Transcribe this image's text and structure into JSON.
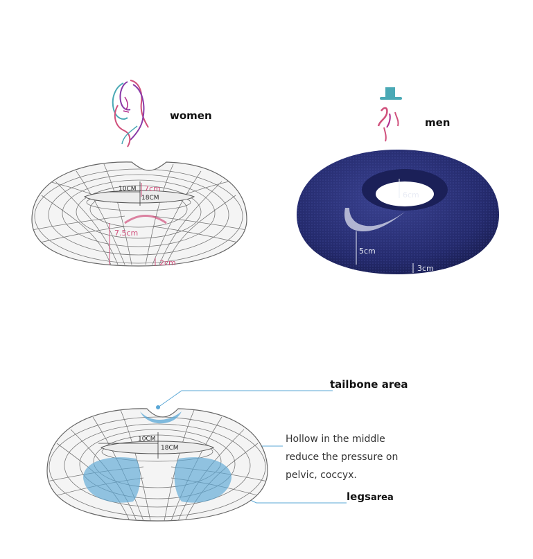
{
  "labels": {
    "women": "women",
    "men": "men",
    "tailbone": "tailbone  area",
    "legs_main": "legs",
    "legs_suffix": "area"
  },
  "top_left_dims": {
    "inner_width": "10CM",
    "outer_width": "18CM",
    "top_height": "7cm",
    "side_height": "7.5cm",
    "rim_height": "2cm"
  },
  "top_right_dims": {
    "hole_depth": "6cm",
    "side_height": "5cm",
    "rim_height": "3cm"
  },
  "bottom_dims": {
    "inner_width": "10CM",
    "outer_width": "18CM"
  },
  "description_lines": [
    "Hollow in the middle",
    "reduce the pressure on",
    "pelvic, coccyx."
  ],
  "colors": {
    "navy": "#1f2563",
    "pink": "#d0507c",
    "blue_highlight": "#5aa7d6",
    "teal": "#4aa9b5",
    "purple": "#8a3aa8"
  },
  "icons": [
    "woman-silhouette-icon",
    "man-hat-icon",
    "swoosh-logo-icon"
  ]
}
